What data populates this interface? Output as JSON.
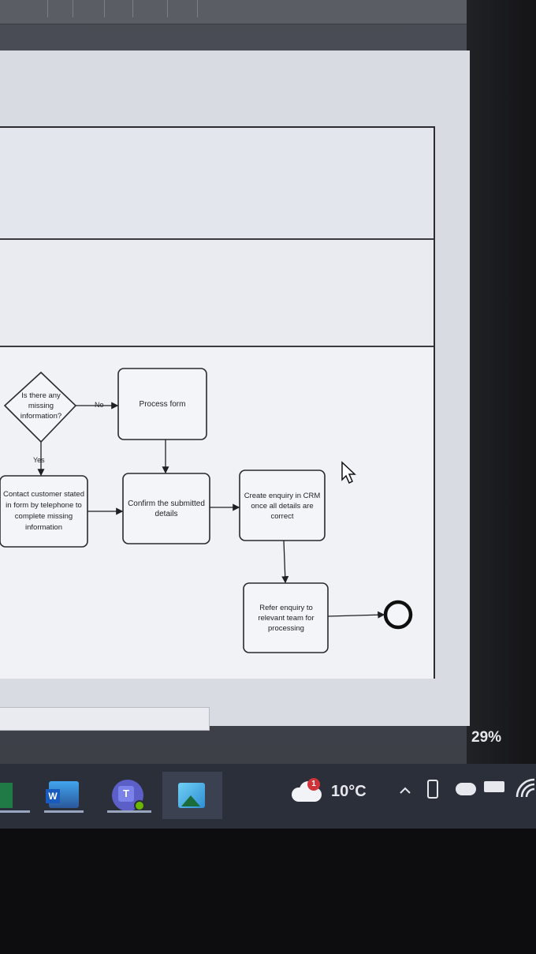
{
  "diagram": {
    "decision": "Is there any missing information?",
    "no_label": "No",
    "yes_label": "Yes",
    "process_form": "Process form",
    "contact_customer": "Contact customer stated in form by telephone to complete missing information",
    "confirm_details": "Confirm the submitted details",
    "create_enquiry": "Create enquiry in CRM once all details are correct",
    "refer_enquiry": "Refer enquiry to relevant team for processing"
  },
  "status": {
    "battery_percent": "29%"
  },
  "taskbar": {
    "apps": [
      {
        "name": "excel-app",
        "color": "#1f7a45"
      },
      {
        "name": "word-app",
        "color": "#2b579a"
      },
      {
        "name": "teams-app",
        "color": "#5b5fc7"
      },
      {
        "name": "photos-app",
        "color": "#4aa4d8"
      }
    ],
    "weather_badge": "1",
    "temperature": "10°C"
  },
  "colors": {
    "node_stroke": "#2a2a2e",
    "end_event": "#0f0f10",
    "taskbar": "#2b2f39"
  }
}
